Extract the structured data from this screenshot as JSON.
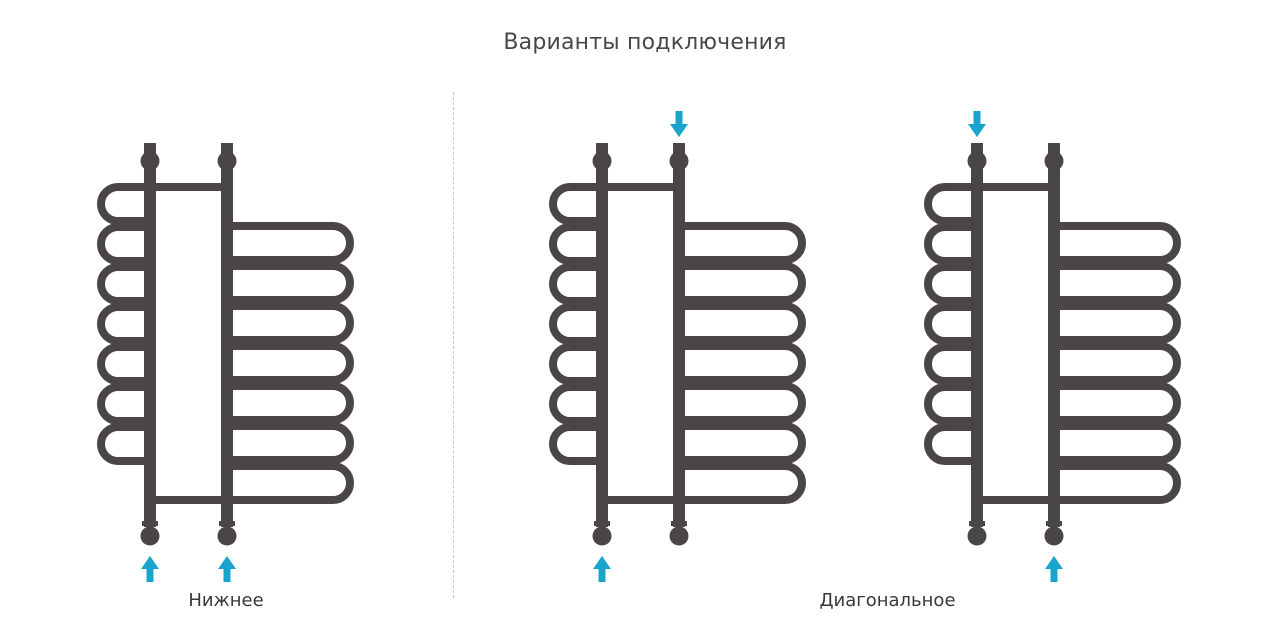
{
  "title": "Варианты подключения",
  "variants": [
    {
      "label": "Нижнее"
    },
    {
      "label": "Диагональное"
    }
  ],
  "colors": {
    "pipe": "#4a4646",
    "arrow": "#1aa3cc",
    "text": "#3b3838",
    "divider": "#c9c9c9"
  }
}
